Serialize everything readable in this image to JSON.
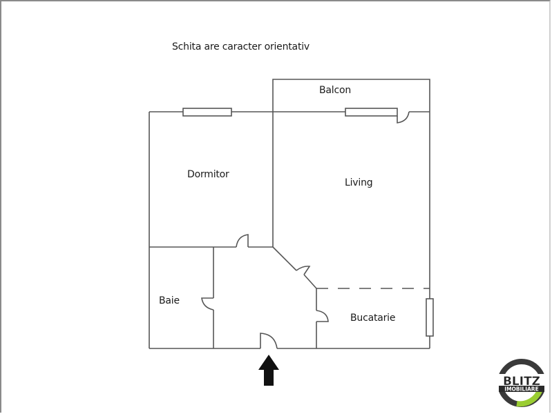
{
  "note": "Schita are caracter orientativ",
  "rooms": {
    "balcon": "Balcon",
    "dormitor": "Dormitor",
    "living": "Living",
    "baie": "Baie",
    "bucatarie": "Bucatarie"
  },
  "entrance": {
    "icon": "arrow-up-icon"
  },
  "logo": {
    "line1": "BLITZ",
    "line2": "IMOBILIARE",
    "ring_color": "#3a3a3a",
    "accent_color": "#9acd32"
  },
  "colors": {
    "wall": "#555555",
    "text": "#1a1a1a"
  }
}
